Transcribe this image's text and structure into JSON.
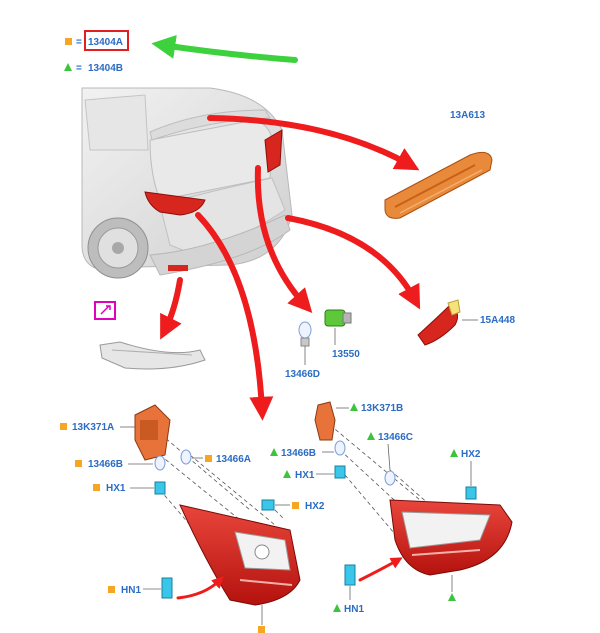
{
  "legend": {
    "square_code": "13404A",
    "triangle_code": "13404B",
    "eq": "="
  },
  "parts": {
    "high_mount_lamp": "13A613",
    "reflector": "15A448",
    "socket": "13550",
    "bulb_small": "13466D",
    "left_housing": "13K371A",
    "left_bulb_b": "13466B",
    "left_bulb_a": "13466A",
    "left_hx1": "HX1",
    "left_hx2": "HX2",
    "left_hn1": "HN1",
    "right_housing": "13K371B",
    "right_bulb_b": "13466B",
    "right_bulb_c": "13466C",
    "right_hx1": "HX1",
    "right_hx2": "HX2",
    "right_hn1": "HN1"
  },
  "colors": {
    "label": "#2b6cc4",
    "square_marker": "#f5a623",
    "triangle_marker": "#3cc43c",
    "arrow_red": "#ee1c1c",
    "arrow_green": "#3dd13d",
    "highlight_box": "#e02020",
    "tool_icon": "#e000c0",
    "lamp_red": "#d7261e"
  },
  "icons": {
    "square": "orange-square-marker",
    "triangle": "green-triangle-marker",
    "tool": "magenta-tool-icon"
  }
}
